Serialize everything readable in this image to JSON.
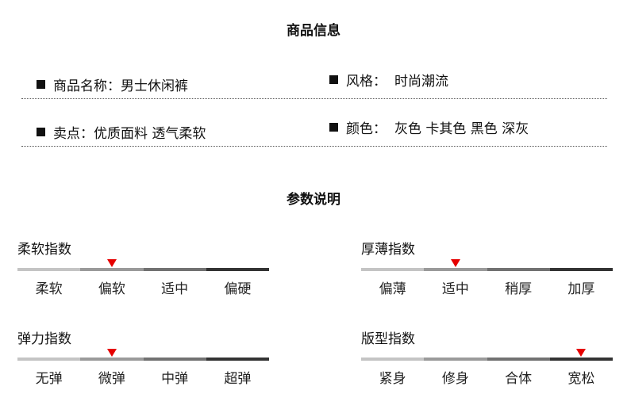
{
  "product_info": {
    "title": "商品信息",
    "items": [
      {
        "label": "商品名称：",
        "value": "男士休闲裤"
      },
      {
        "label": "风格：",
        "value": "时尚潮流"
      },
      {
        "label": "卖点：",
        "value": "优质面料 透气柔软"
      },
      {
        "label": "颜色：",
        "value": "灰色 卡其色 黑色 深灰"
      }
    ]
  },
  "params": {
    "title": "参数说明",
    "segment_colors": [
      "#c4c4c4",
      "#9a9a9a",
      "#717171",
      "#333333"
    ],
    "marker_color": "#e60000",
    "gauges": [
      {
        "title": "柔软指数",
        "labels": [
          "柔软",
          "偏软",
          "适中",
          "偏硬"
        ],
        "selected_index": 1
      },
      {
        "title": "厚薄指数",
        "labels": [
          "偏薄",
          "适中",
          "稍厚",
          "加厚"
        ],
        "selected_index": 1
      },
      {
        "title": "弹力指数",
        "labels": [
          "无弹",
          "微弹",
          "中弹",
          "超弹"
        ],
        "selected_index": 1
      },
      {
        "title": "版型指数",
        "labels": [
          "紧身",
          "修身",
          "合体",
          "宽松"
        ],
        "selected_index": 3
      }
    ]
  }
}
